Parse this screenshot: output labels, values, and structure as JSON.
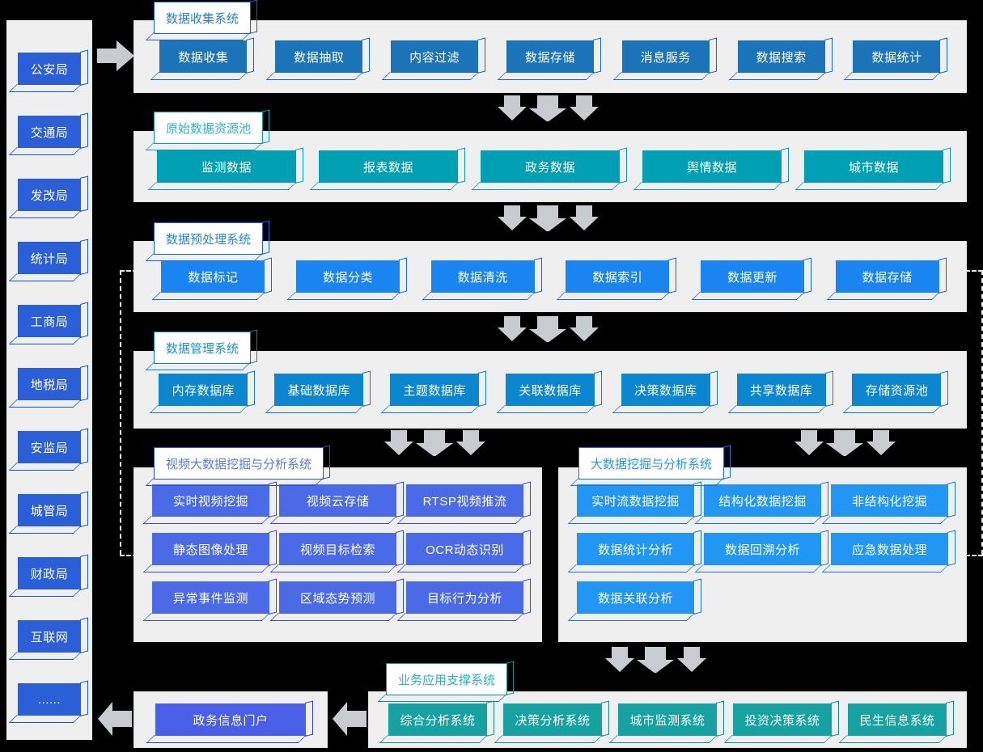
{
  "colors": {
    "bg": "#000000",
    "panel": "#efefef",
    "sidebar_block": "#2a5fd8",
    "sidebar_edge": "#1155cc",
    "collect_block": "#1b73b8",
    "collect_edge": "#1166cc",
    "pool_block": "#00a0b4",
    "pool_edge": "#00a0b4",
    "preprocess_block": "#1a85f0",
    "preprocess_edge": "#1166dd",
    "manage_block": "#0b86cf",
    "manage_edge": "#0e7cc4",
    "video_block": "#4a6ae8",
    "video_edge": "#2a4fd8",
    "mining_block": "#2196f3",
    "mining_edge": "#1177dd",
    "business_block": "#17a2a2",
    "business_edge": "#0e8f8f",
    "portal_block": "#4a5ee8",
    "portal_edge": "#2a3fd0",
    "arrow_gray": "#c8ccd0",
    "dashed": "#e8e8e8"
  },
  "sidebar": {
    "items": [
      {
        "label": "公安局"
      },
      {
        "label": "交通局"
      },
      {
        "label": "发改局"
      },
      {
        "label": "统计局"
      },
      {
        "label": "工商局"
      },
      {
        "label": "地税局"
      },
      {
        "label": "安监局"
      },
      {
        "label": "城管局"
      },
      {
        "label": "财政局"
      },
      {
        "label": "互联网"
      },
      {
        "label": "......"
      }
    ]
  },
  "sections": {
    "collect": {
      "title": "数据收集系统",
      "items": [
        "数据收集",
        "数据抽取",
        "内容过滤",
        "数据存储",
        "消息服务",
        "数据搜索",
        "数据统计"
      ]
    },
    "pool": {
      "title": "原始数据资源池",
      "items": [
        "监测数据",
        "报表数据",
        "政务数据",
        "舆情数据",
        "城市数据"
      ]
    },
    "preprocess": {
      "title": "数据预处理系统",
      "items": [
        "数据标记",
        "数据分类",
        "数据清洗",
        "数据索引",
        "数据更新",
        "数据存储"
      ]
    },
    "manage": {
      "title": "数据管理系统",
      "items": [
        "内存数据库",
        "基础数据库",
        "主题数据库",
        "关联数据库",
        "决策数据库",
        "共享数据库",
        "存储资源池"
      ]
    },
    "video": {
      "title": "视频大数据挖掘与分析系统",
      "items": [
        "实时视频挖掘",
        "视频云存储",
        "RTSP视频推流",
        "静态图像处理",
        "视频目标检索",
        "OCR动态识别",
        "异常事件监测",
        "区域态势预测",
        "目标行为分析"
      ]
    },
    "mining": {
      "title": "大数据挖掘与分析系统",
      "items": [
        "实时流数据挖掘",
        "结构化数据挖掘",
        "非结构化挖掘",
        "数据统计分析",
        "数据回溯分析",
        "应急数据处理",
        "数据关联分析"
      ]
    },
    "business": {
      "title": "业务应用支撑系统",
      "items": [
        "综合分析系统",
        "决策分析系统",
        "城市监测系统",
        "投资决策系统",
        "民生信息系统"
      ]
    },
    "portal": {
      "label": "政务信息门户"
    }
  },
  "icons": {
    "input_arrow": "arrow-right-icon",
    "flow_arrow": "arrow-down-icon",
    "output_arrow": "arrow-left-icon"
  }
}
